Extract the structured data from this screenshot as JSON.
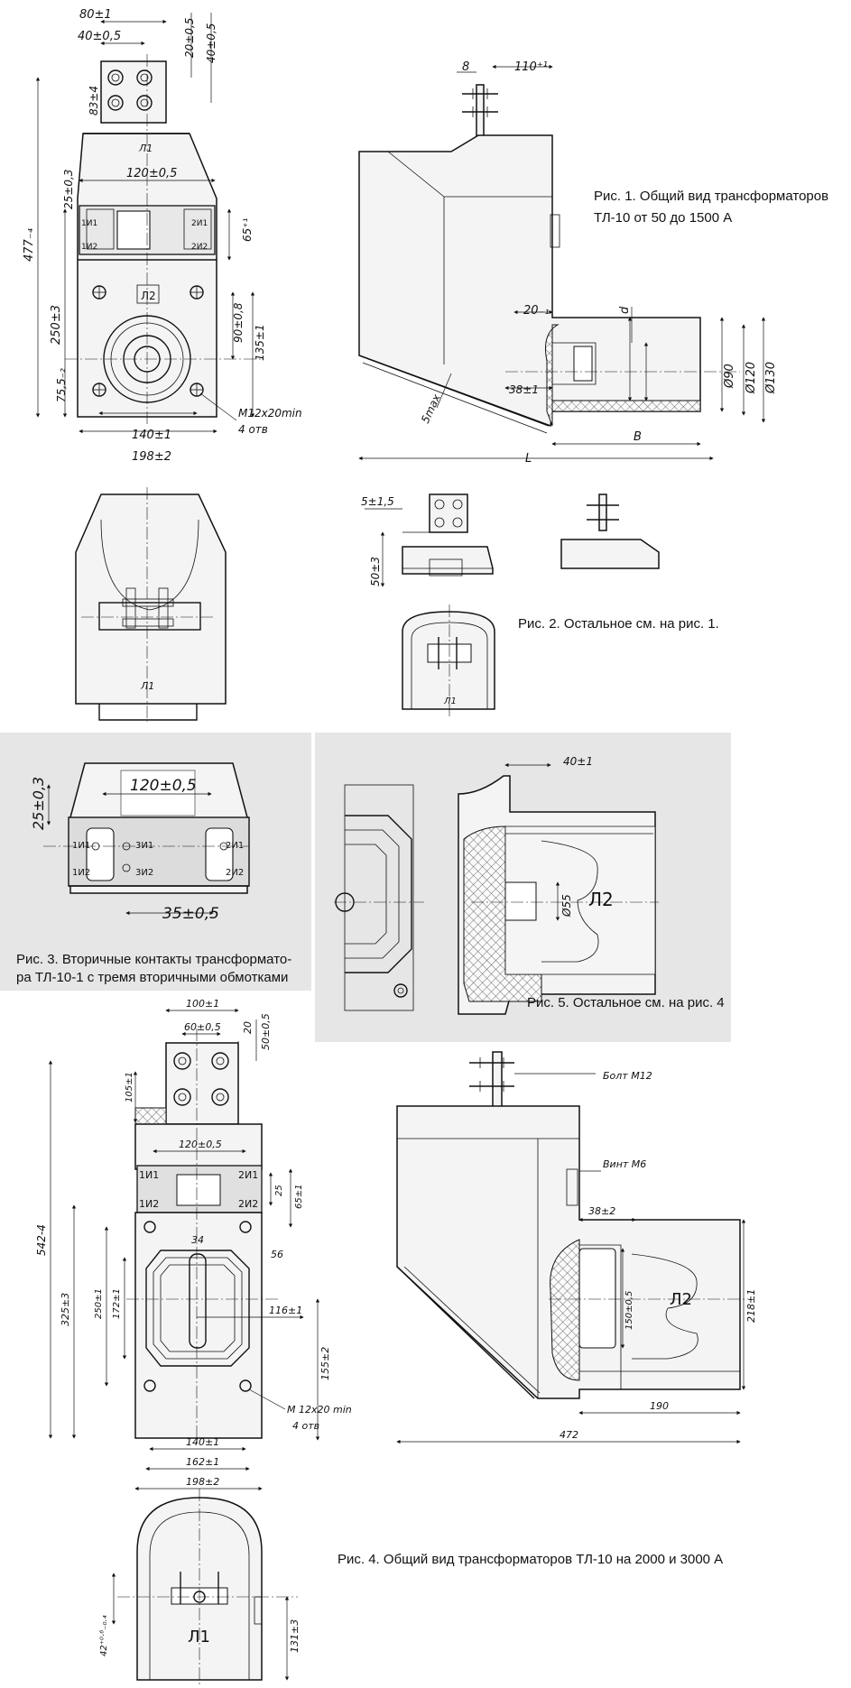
{
  "captions": {
    "fig1": [
      "Рис. 1. Общий вид трансформаторов",
      "ТЛ-10 от 50 до 1500 А"
    ],
    "fig2": "Рис. 2. Остальное см. на рис. 1.",
    "fig3": [
      "Рис. 3. Вторичные контакты трансформато-",
      "ра ТЛ-10-1 с тремя вторичными обмотками"
    ],
    "fig4": "Рис. 4. Общий вид трансформаторов ТЛ-10 на 2000 и 3000 А",
    "fig5": "Рис. 5. Остальное см. на рис. 4"
  },
  "fig1": {
    "front": {
      "dims": [
        "80±1",
        "40±0,5",
        "20±0,5",
        "40±0,5",
        "83±4",
        "25±0,3",
        "120±0,5",
        "65⁺¹",
        "477₋₄",
        "250±3",
        "90±0,8",
        "135±1",
        "75,5₋₂",
        "140±1",
        "198±2",
        "M12x20min",
        "4 отв"
      ],
      "terminals": [
        "1И1",
        "1И2",
        "2И1",
        "2И2"
      ],
      "marks": [
        "Л1",
        "Л2"
      ]
    },
    "side": {
      "dims": [
        "8",
        "110⁺¹",
        "20₋₁",
        "d",
        "38±1",
        "Ø90",
        "Ø120",
        "Ø130",
        "5max",
        "L",
        "B"
      ]
    },
    "top": {
      "marks": [
        "Л1"
      ]
    }
  },
  "fig2": {
    "dims": [
      "5±1,5",
      "50±3"
    ],
    "marks": [
      "Л1"
    ]
  },
  "fig3": {
    "dims": [
      "120±0,5",
      "25±0,3",
      "35±0,5"
    ],
    "terminals": [
      "1И1",
      "1И2",
      "2И1",
      "2И2",
      "3И1",
      "3И2"
    ]
  },
  "fig5": {
    "dims": [
      "40±1",
      "Ø55"
    ],
    "marks": [
      "Л2"
    ]
  },
  "fig4": {
    "front": {
      "dims": [
        "100±1",
        "60±0,5",
        "20",
        "50±0,5",
        "105±1",
        "120±0,5",
        "25",
        "65±1",
        "34",
        "56",
        "116±1",
        "155±2",
        "542-4",
        "325±3",
        "250±1",
        "172±1",
        "140±1",
        "162±1",
        "198±2",
        "М 12x20 min",
        "4 отв"
      ],
      "terminals": [
        "1И1",
        "1И2",
        "2И1",
        "2И2"
      ]
    },
    "side": {
      "dims": [
        "Болт М12",
        "Винт М6",
        "38±2",
        "150±0,5",
        "218±1",
        "190",
        "472"
      ],
      "marks": [
        "Л2"
      ]
    },
    "top": {
      "dims": [
        "42⁺⁰·⁶₋₀.₄",
        "131±3"
      ],
      "marks": [
        "Л1"
      ]
    }
  }
}
